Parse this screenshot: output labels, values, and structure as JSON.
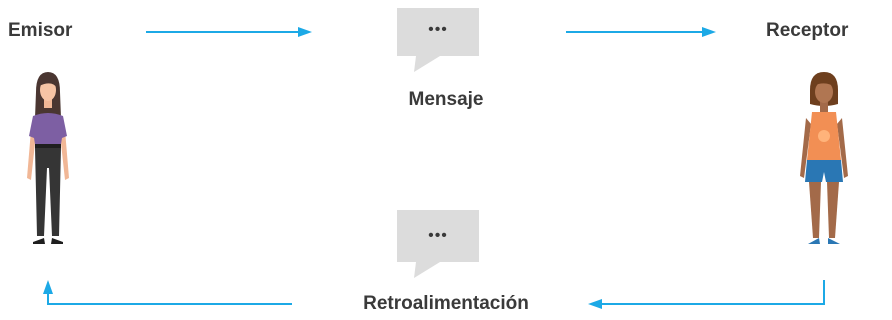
{
  "labels": {
    "sender": "Emisor",
    "receiver": "Receptor",
    "message": "Mensaje",
    "feedback": "Retroalimentación"
  },
  "bubbles": {
    "message": "•••",
    "feedback": "•••"
  },
  "colors": {
    "arrow": "#1ca9e6",
    "bubble": "#dcdcdc",
    "label": "#3a3a3a"
  },
  "icons": {
    "sender": "woman-figure-icon",
    "receiver": "person-figure-icon",
    "message": "speech-bubble-icon",
    "feedback": "speech-bubble-icon"
  }
}
